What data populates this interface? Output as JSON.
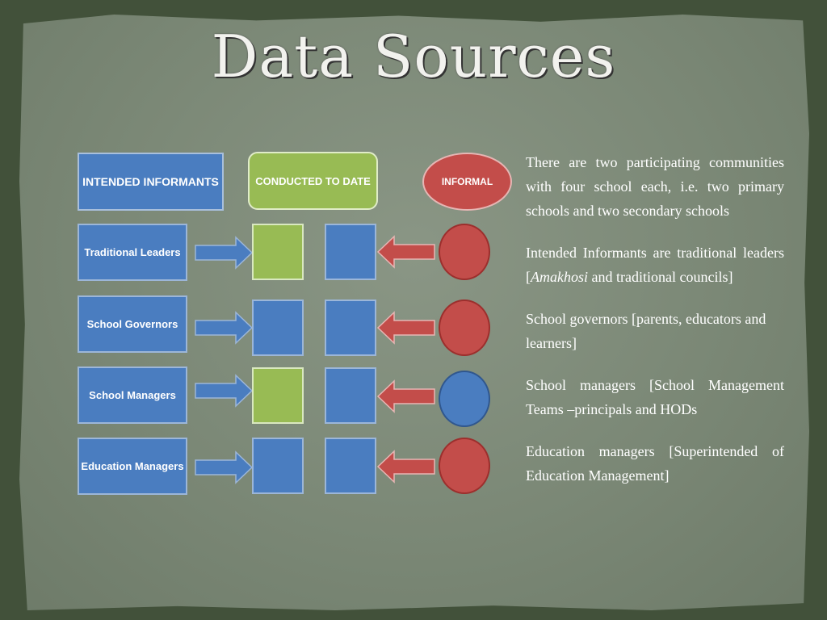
{
  "title": "Data Sources",
  "diagram": {
    "headers": {
      "intended": "INTENDED INFORMANTS",
      "conducted": "CONDUCTED TO DATE",
      "informal": "INFORMAL"
    },
    "rows": [
      {
        "label": "Traditional Leaders",
        "conducted_color": "green",
        "informal_color": "red"
      },
      {
        "label": "School Governors",
        "conducted_color": "blue",
        "informal_color": "red"
      },
      {
        "label": "School Managers",
        "conducted_color": "green",
        "informal_color": "blue"
      },
      {
        "label": "Education Managers",
        "conducted_color": "blue",
        "informal_color": "red"
      }
    ],
    "colors": {
      "blue": "#4a7dc0",
      "green": "#98bb54",
      "red": "#c34d4a"
    }
  },
  "paragraphs": {
    "p1": "There are two participating communities with four school each, i.e. two primary schools and two secondary schools",
    "p2_a": "Intended Informants are traditional leaders [",
    "p2_em": "Amakhosi",
    "p2_b": " and traditional councils]",
    "p3": "School governors [parents, educators and learners]",
    "p4": "School managers [School Management Teams –principals and HODs",
    "p5": "Education managers [Superintended of Education Management]"
  }
}
